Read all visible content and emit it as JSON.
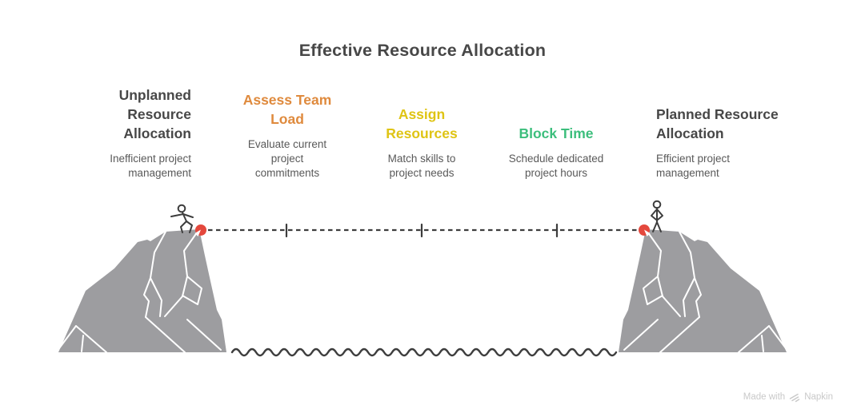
{
  "title": "Effective Resource Allocation",
  "steps": [
    {
      "heading": "Unplanned\nResource\nAllocation",
      "description": "Inefficient project\nmanagement",
      "heading_color": "#474747"
    },
    {
      "heading": "Assess Team\nLoad",
      "description": "Evaluate current\nproject\ncommitments",
      "heading_color": "#DF8A3D"
    },
    {
      "heading": "Assign\nResources",
      "description": "Match skills to\nproject needs",
      "heading_color": "#DFC414"
    },
    {
      "heading": "Block Time",
      "description": "Schedule dedicated\nproject hours",
      "heading_color": "#3CBE7C"
    },
    {
      "heading": "Planned Resource\nAllocation",
      "description": "Efficient project\nmanagement",
      "heading_color": "#474747"
    }
  ],
  "illustration": {
    "icons": [
      "stick-figure-walking-icon",
      "stick-figure-standing-icon",
      "red-anchor-dot-icon",
      "cliff-icon",
      "water-wave-icon",
      "dashed-rope-icon"
    ]
  },
  "footer": {
    "made_with": "Made with",
    "brand": "Napkin"
  },
  "colors": {
    "background": "#FFFFFF",
    "title-text": "#474747",
    "body-text": "#595959",
    "cliff-gray": "#9D9DA0",
    "line-dark": "#3D3D3D",
    "accent-red": "#E4483D",
    "accent-orange": "#DF8A3D",
    "accent-yellow": "#DFC414",
    "accent-green": "#3CBE7C",
    "footer-gray": "#C9C9C9"
  }
}
